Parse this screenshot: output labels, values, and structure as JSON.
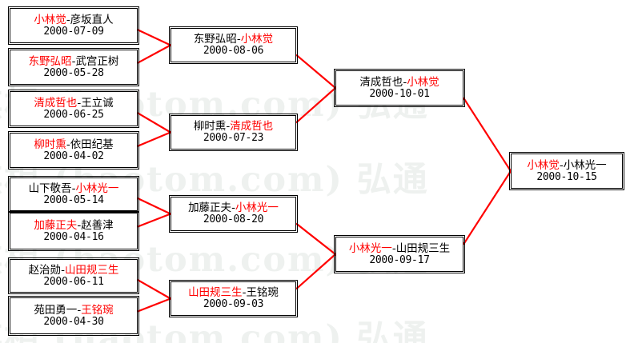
{
  "diagram": {
    "type": "single-elimination-tournament-bracket",
    "title": "",
    "winner_color": "#ff0000",
    "loser_color": "#000000",
    "line_color": "#ff0000",
    "box_border_color": "#000000",
    "background": "#ffffff"
  },
  "watermark": {
    "text": "棋相 (haotom.com) 弘通",
    "color": "#eef1ef"
  },
  "rounds": [
    {
      "name": "round-1",
      "matches": [
        {
          "left": "小林觉",
          "right": "彦坂直人",
          "winner": "left",
          "date": "2000-07-09"
        },
        {
          "left": "东野弘昭",
          "right": "武宫正树",
          "winner": "left",
          "date": "2000-05-28"
        },
        {
          "left": "清成哲也",
          "right": "王立诚",
          "winner": "left",
          "date": "2000-06-25"
        },
        {
          "left": "柳时熏",
          "right": "依田纪基",
          "winner": "left",
          "date": "2000-04-02"
        },
        {
          "left": "山下敬吾",
          "right": "小林光一",
          "winner": "right",
          "date": "2000-05-14"
        },
        {
          "left": "加藤正夫",
          "right": "赵善津",
          "winner": "left",
          "date": "2000-04-16"
        },
        {
          "left": "赵治勋",
          "right": "山田规三生",
          "winner": "right",
          "date": "2000-06-11"
        },
        {
          "left": "苑田勇一",
          "right": "王铭琬",
          "winner": "right",
          "date": "2000-04-30"
        }
      ]
    },
    {
      "name": "round-2",
      "matches": [
        {
          "left": "东野弘昭",
          "right": "小林觉",
          "winner": "right",
          "date": "2000-08-06"
        },
        {
          "left": "柳时熏",
          "right": "清成哲也",
          "winner": "right",
          "date": "2000-07-23"
        },
        {
          "left": "加藤正夫",
          "right": "小林光一",
          "winner": "right",
          "date": "2000-08-20"
        },
        {
          "left": "山田规三生",
          "right": "王铭琬",
          "winner": "left",
          "date": "2000-09-03"
        }
      ]
    },
    {
      "name": "semifinal",
      "matches": [
        {
          "left": "清成哲也",
          "right": "小林觉",
          "winner": "right",
          "date": "2000-10-01"
        },
        {
          "left": "小林光一",
          "right": "山田规三生",
          "winner": "left",
          "date": "2000-09-17"
        }
      ]
    },
    {
      "name": "final",
      "matches": [
        {
          "left": "小林觉",
          "right": "小林光一",
          "winner": "left",
          "date": "2000-10-15"
        }
      ]
    }
  ]
}
